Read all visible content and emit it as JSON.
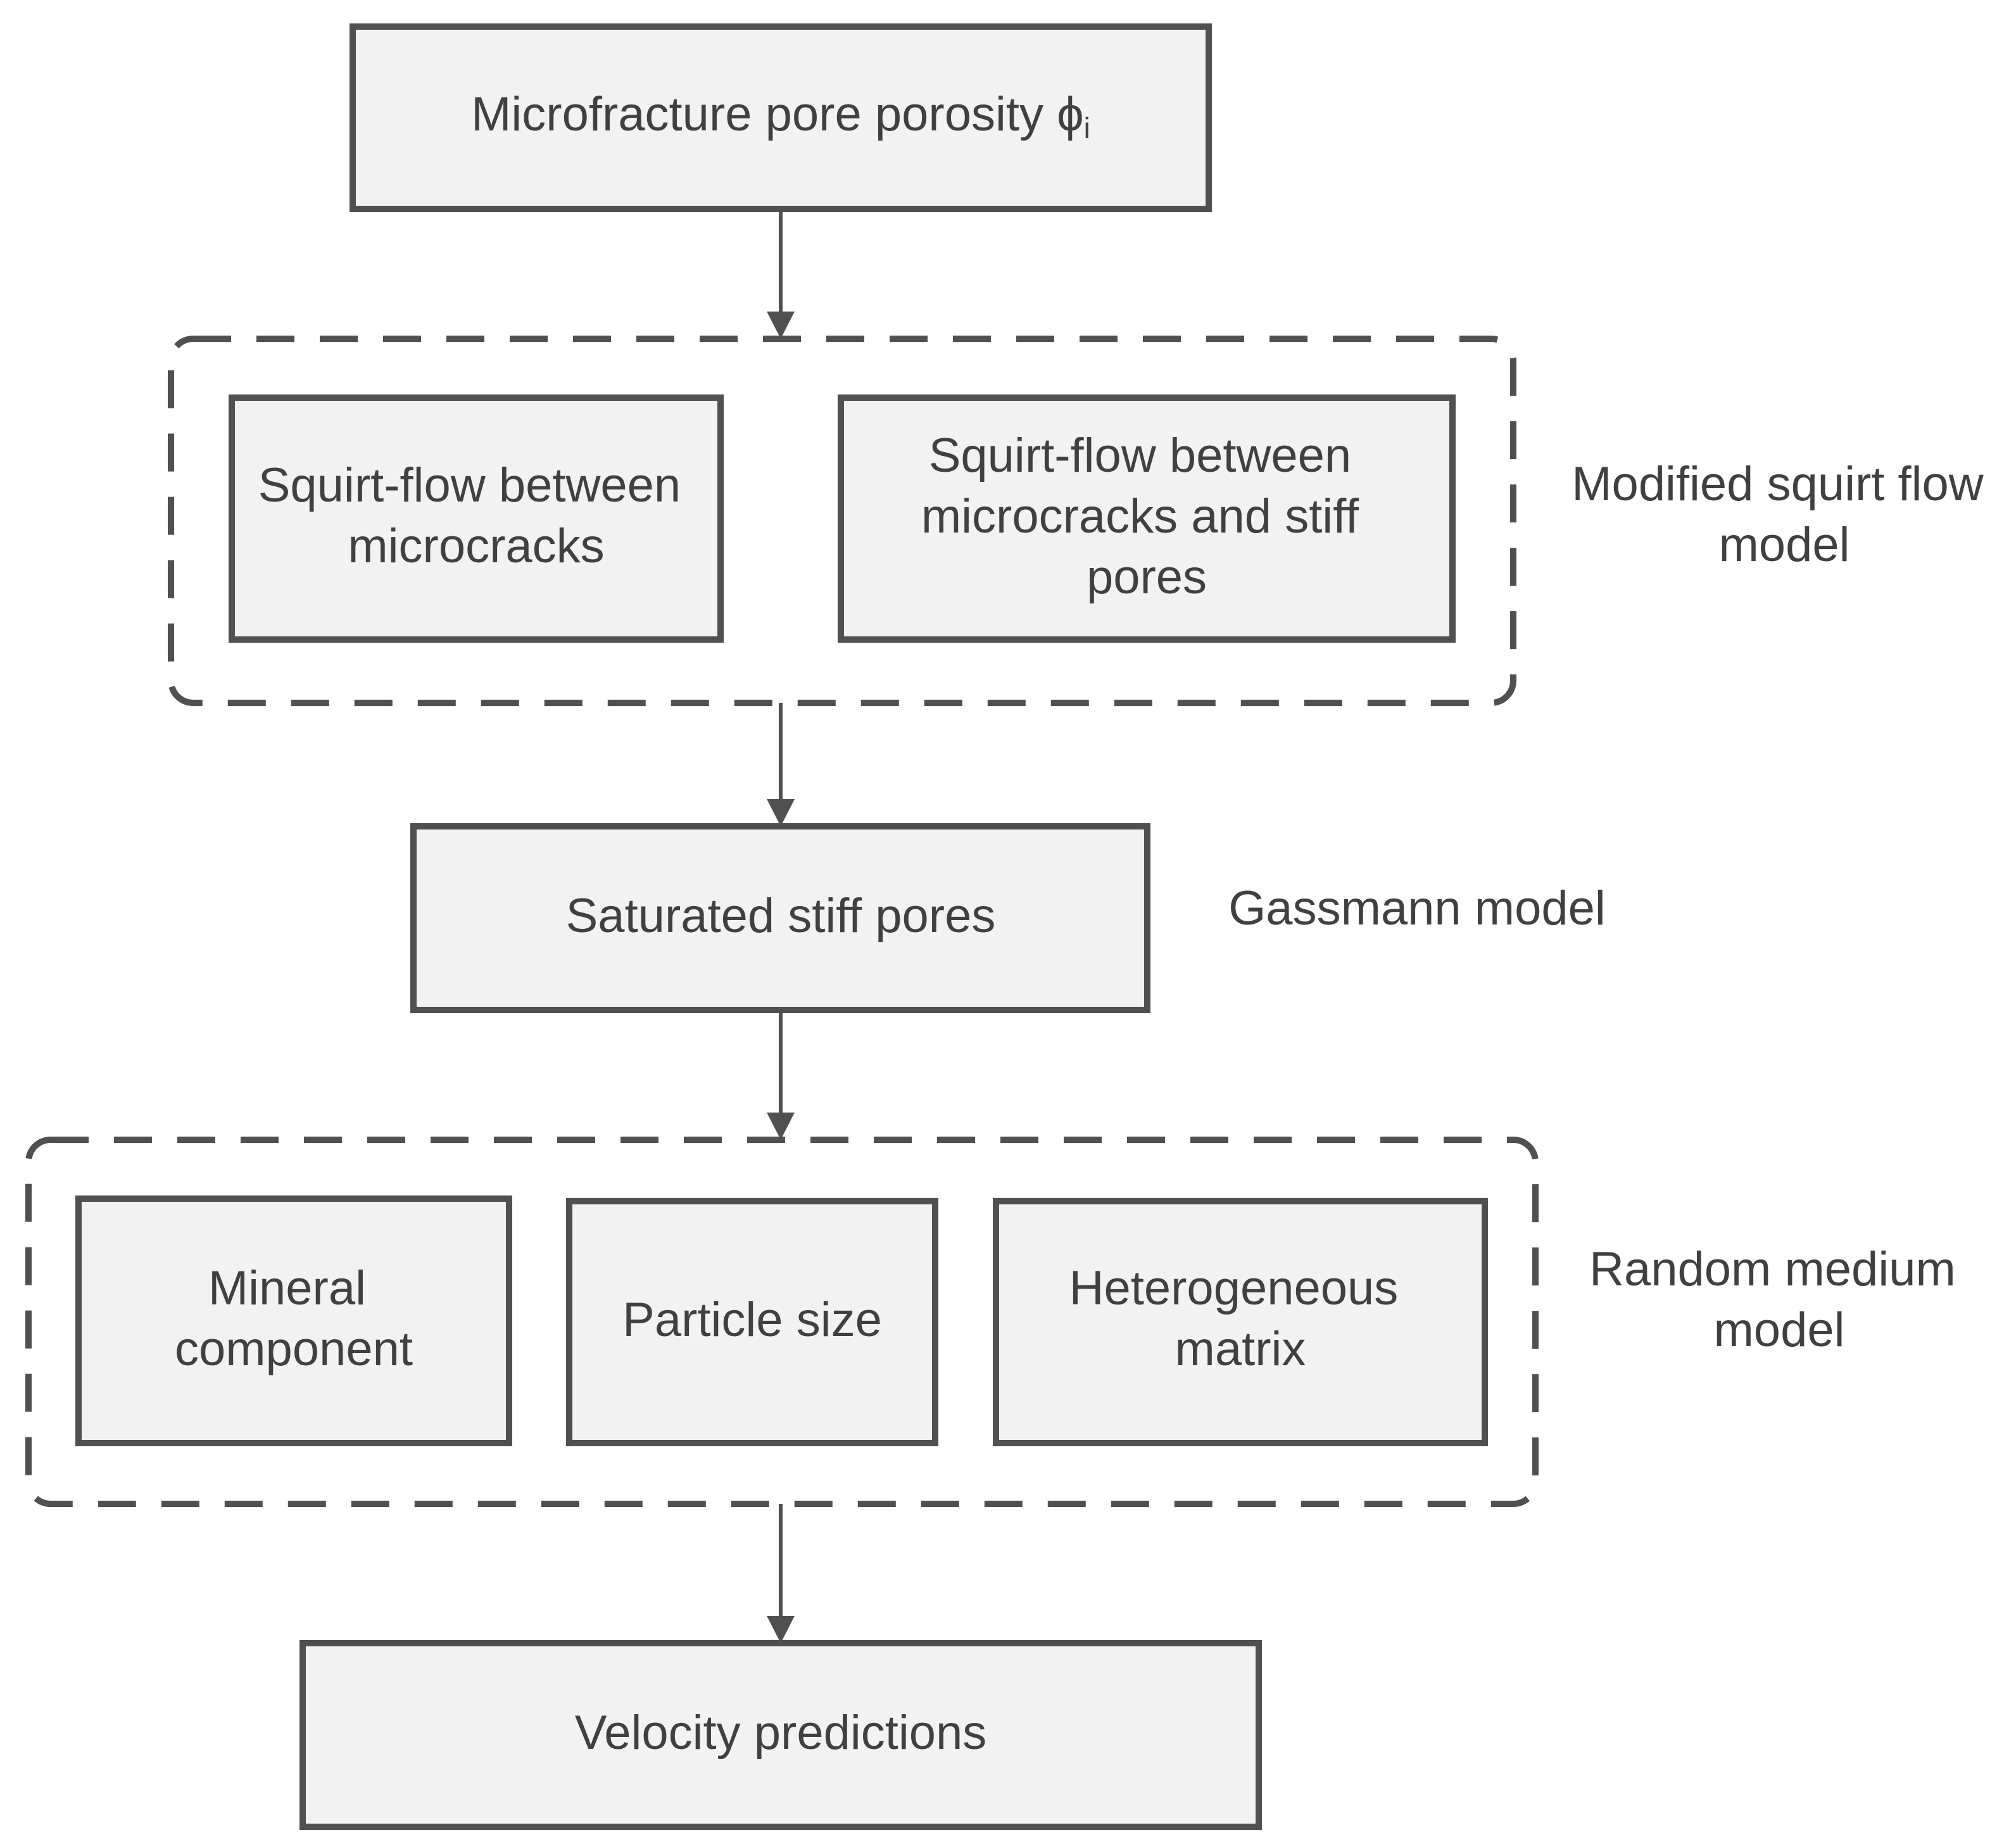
{
  "nodes": {
    "porosity": {
      "text": "Microfracture pore porosity ",
      "symbol": "ϕ",
      "subscript": "i"
    },
    "squirt_microcracks": {
      "lines": [
        "Squirt-flow between",
        "microcracks"
      ]
    },
    "squirt_stiff": {
      "lines": [
        "Squirt-flow between",
        "microcracks and stiff",
        "pores"
      ]
    },
    "saturated": {
      "lines": [
        "Saturated stiff pores"
      ]
    },
    "mineral": {
      "lines": [
        "Mineral",
        "component"
      ]
    },
    "particle": {
      "lines": [
        "Particle size"
      ]
    },
    "heterogeneous": {
      "lines": [
        "Heterogeneous",
        "matrix"
      ]
    },
    "velocity": {
      "lines": [
        "Velocity predictions"
      ]
    }
  },
  "annotations": {
    "squirt_model": {
      "lines": [
        "Modified squirt flow",
        "model"
      ]
    },
    "gassmann": {
      "lines": [
        "Gassmann model"
      ]
    },
    "random_medium": {
      "lines": [
        "Random medium",
        "model"
      ]
    }
  },
  "edges": [
    {
      "from": "porosity",
      "to": "modified-squirt-flow-group"
    },
    {
      "from": "modified-squirt-flow-group",
      "to": "saturated"
    },
    {
      "from": "saturated",
      "to": "random-medium-group"
    },
    {
      "from": "random-medium-group",
      "to": "velocity"
    }
  ],
  "colors": {
    "box_fill": "#f2f2f2",
    "stroke": "#505050",
    "text": "#404040"
  }
}
